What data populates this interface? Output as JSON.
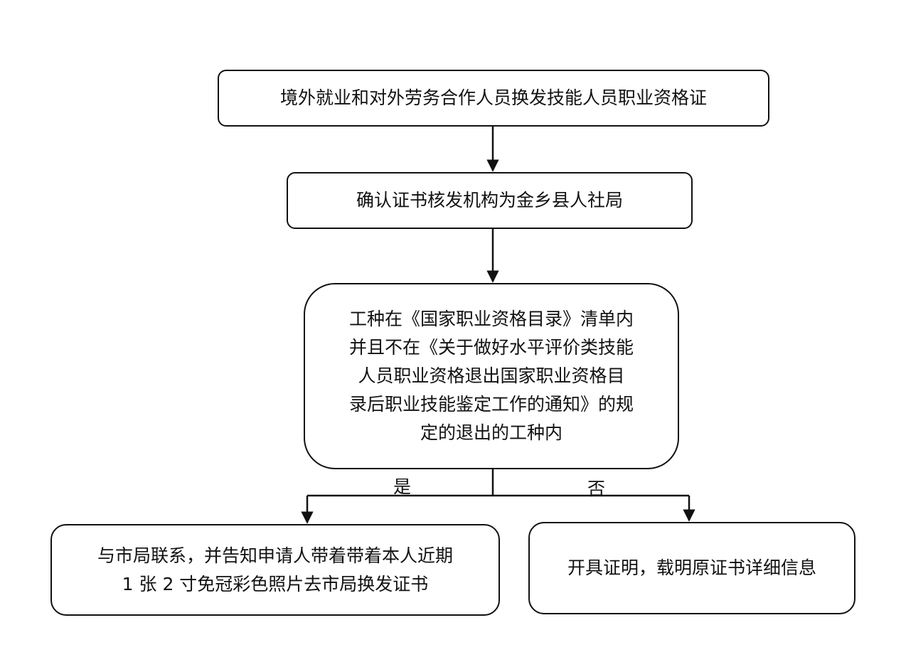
{
  "flowchart": {
    "start": "境外就业和对外劳务合作人员换发技能人员职业资格证",
    "confirm": "确认证书核发机构为金乡县人社局",
    "condition": "工种在《国家职业资格目录》清单内\n并且不在《关于做好水平评价类技能\n人员职业资格退出国家职业资格目\n录后职业技能鉴定工作的通知》的规\n定的退出的工种内",
    "yes_label": "是",
    "no_label": "否",
    "yes_outcome": "与市局联系，并告知申请人带着带着本人近期\n1 张 2 寸免冠彩色照片去市局换发证书",
    "no_outcome": "开具证明，载明原证书详细信息"
  },
  "colors": {
    "line": "#111111",
    "background": "#ffffff"
  }
}
